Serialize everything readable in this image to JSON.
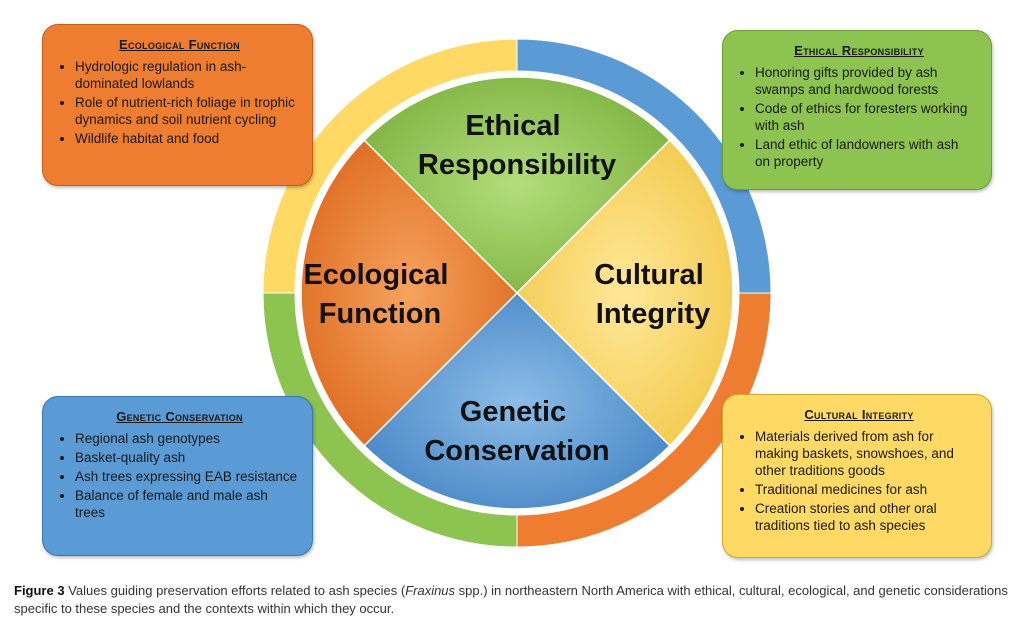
{
  "center": {
    "ethical": [
      "Ethical",
      "Responsibility"
    ],
    "cultural": [
      "Cultural",
      "Integrity"
    ],
    "genetic": [
      "Genetic",
      "Conservation"
    ],
    "ecological": [
      "Ecological",
      "Function"
    ]
  },
  "boxes": {
    "ecological": {
      "title": "Ecological Function",
      "items": [
        "Hydrologic regulation in ash-dominated lowlands",
        "Role of nutrient-rich foliage in trophic dynamics and soil nutrient cycling",
        "Wildlife habitat and food"
      ]
    },
    "ethical": {
      "title": "Ethical Responsibility",
      "items": [
        "Honoring gifts provided by ash swamps and hardwood forests",
        "Code of ethics for foresters working with ash",
        "Land ethic of landowners with ash on property"
      ]
    },
    "genetic": {
      "title": "Genetic Conservation",
      "items": [
        "Regional ash genotypes",
        "Basket-quality ash",
        "Ash trees expressing EAB resistance",
        "Balance of female and male ash trees"
      ]
    },
    "cultural": {
      "title": "Cultural Integrity",
      "items": [
        "Materials derived from ash for making baskets, snowshoes, and other traditions goods",
        "Traditional medicines for ash",
        "Creation stories and other oral traditions tied to ash species"
      ]
    }
  },
  "caption": {
    "label": "Figure 3",
    "text1": " Values guiding preservation efforts related to ash species (",
    "italic": "Fraxinus",
    "text2": " spp.) in northeastern North America with ethical, cultural, ecological, and genetic considerations specific to these species and the contexts within which they occur."
  },
  "colors": {
    "orange": "#ee7d30",
    "green": "#8cc44f",
    "blue": "#5a9bd5",
    "yellow": "#fed964"
  }
}
